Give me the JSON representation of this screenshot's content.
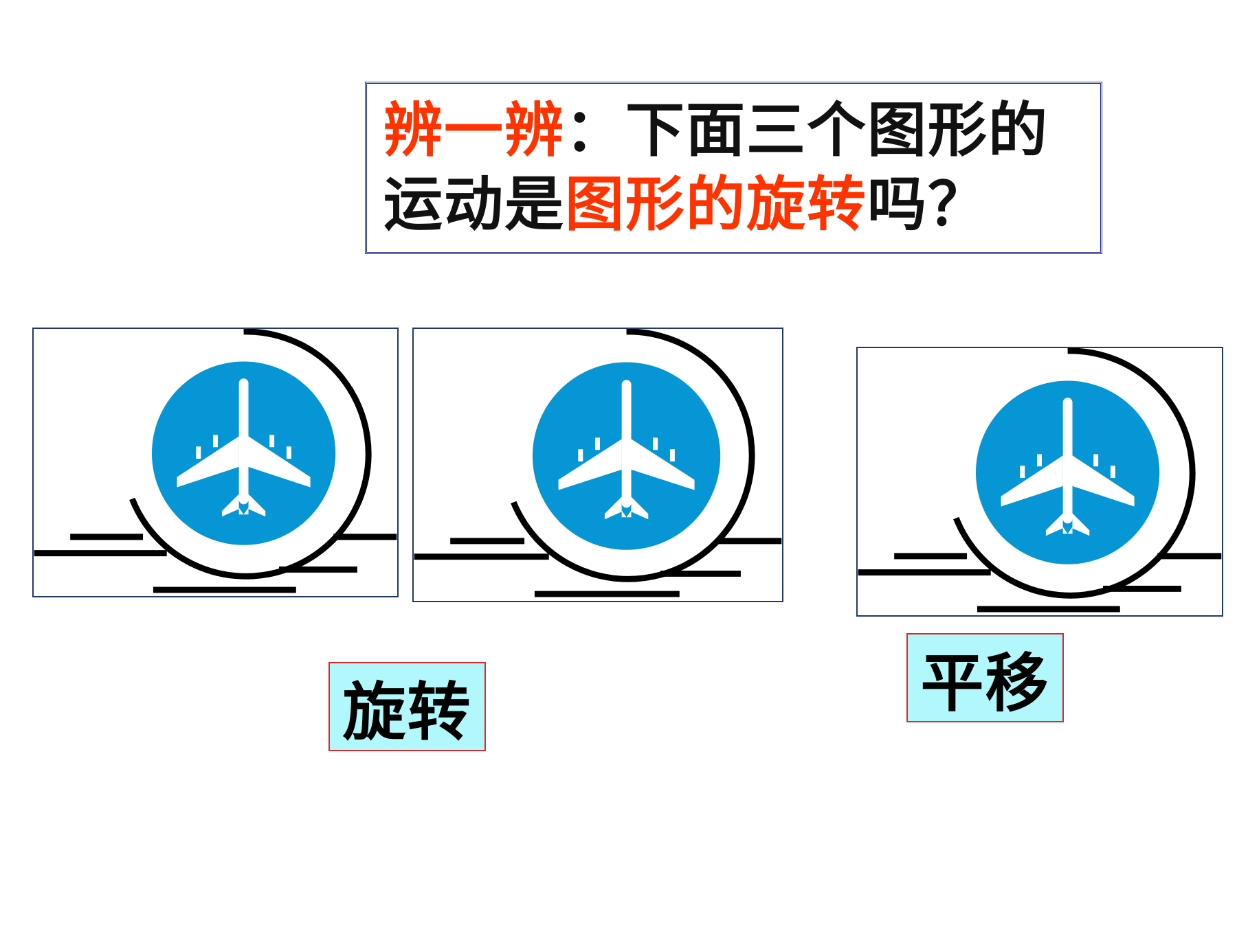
{
  "question": {
    "prefix": "辨一辨",
    "colon": "：",
    "line1_rest": "下面三个图形的",
    "line2_start": "运动是",
    "line2_highlight": "图形的旋转",
    "line2_end": "吗？"
  },
  "labels": {
    "first": "旋转",
    "third": "平移"
  },
  "colors": {
    "accent_red": "#ff3300",
    "sign_blue": "#0796d5",
    "label_bg": "#b2f7fb",
    "box_border": "#1f2b86"
  },
  "icons": [
    "airplane-icon",
    "airport-sign-icon"
  ]
}
